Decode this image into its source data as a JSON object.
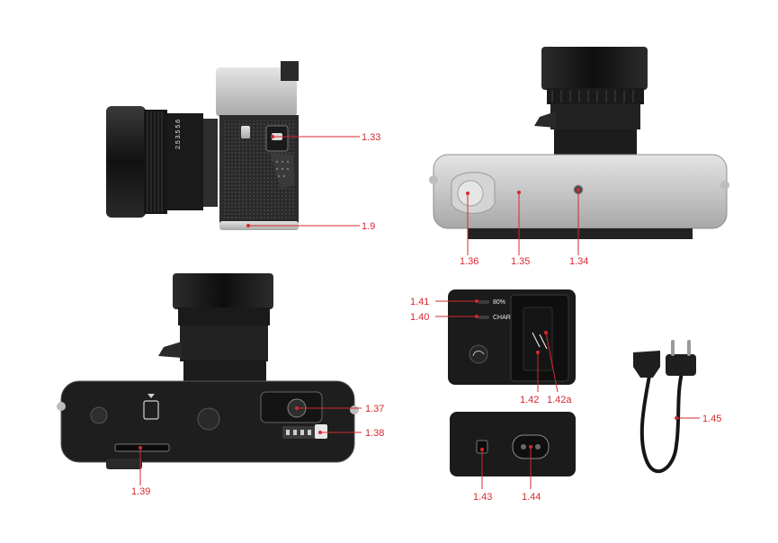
{
  "colors": {
    "callout": "#d7282f",
    "body_black": "#1c1c1c",
    "body_silver": "#c9c9c9"
  },
  "callouts": {
    "c133": "1.33",
    "c19": "1.9",
    "c136": "1.36",
    "c135": "1.35",
    "c134": "1.34",
    "c141": "1.41",
    "c140": "1.40",
    "c137": "1.37",
    "c138": "1.38",
    "c139": "1.39",
    "c142": "1.42",
    "c142a": "1.42a",
    "c143": "1.43",
    "c144": "1.44",
    "c145": "1.45"
  },
  "charger": {
    "led_80": "80%",
    "led_charge": "CHARGE"
  }
}
